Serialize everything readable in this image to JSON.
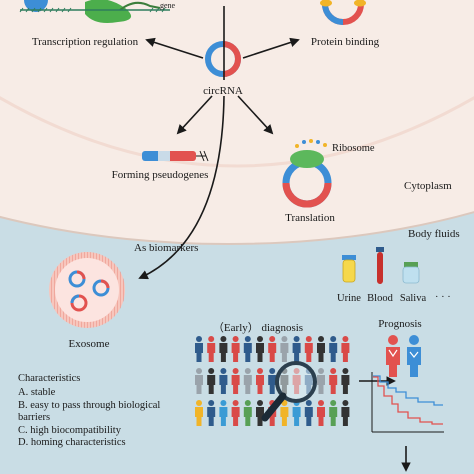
{
  "labels": {
    "gene": "gene",
    "transcription_regulation": "Transcription regulation",
    "protein_binding": "Protein binding",
    "circrna": "circRNA",
    "forming_pseudogenes": "Forming pseudogenes",
    "ribosome": "Ribosome",
    "cytoplasm": "Cytoplasm",
    "translation": "Translation",
    "as_biomarkers": "As biomarkers",
    "body_fluids": "Body fluids",
    "urine": "Urine",
    "blood": "Blood",
    "saliva": "Saliva",
    "ellipsis": "· · ·",
    "exosome": "Exosome",
    "early_diagnosis": "（Early） diagnosis",
    "prognosis": "Prognosis"
  },
  "characteristics": {
    "title": "Characteristics",
    "items": [
      "A. stable",
      "B. easy to pass through biological barriers",
      "C. high biocompatibility",
      "D. homing characteristics"
    ]
  },
  "colors": {
    "cytoplasm": "#f7ece6",
    "nucleus_ring": "#f1d9cf",
    "fluid": "#c9dde5",
    "circ_blue": "#3d8ed6",
    "circ_red": "#e2524f",
    "exosome": "#f4b7ad",
    "ribosome": "#5cb85c",
    "people": [
      "#2f5b8c",
      "#d94a48",
      "#333333",
      "#f1b428",
      "#9aa3ab",
      "#3a9bd5",
      "#58a055"
    ]
  },
  "icons": [
    "dna-gene-icon",
    "circrna-ring-icon",
    "pseudogene-icon",
    "ribosome-icon",
    "exosome-icon",
    "urine-tube-icon",
    "blood-tube-icon",
    "saliva-tube-icon",
    "magnifier-icon",
    "person-icon",
    "survival-curve-icon"
  ]
}
